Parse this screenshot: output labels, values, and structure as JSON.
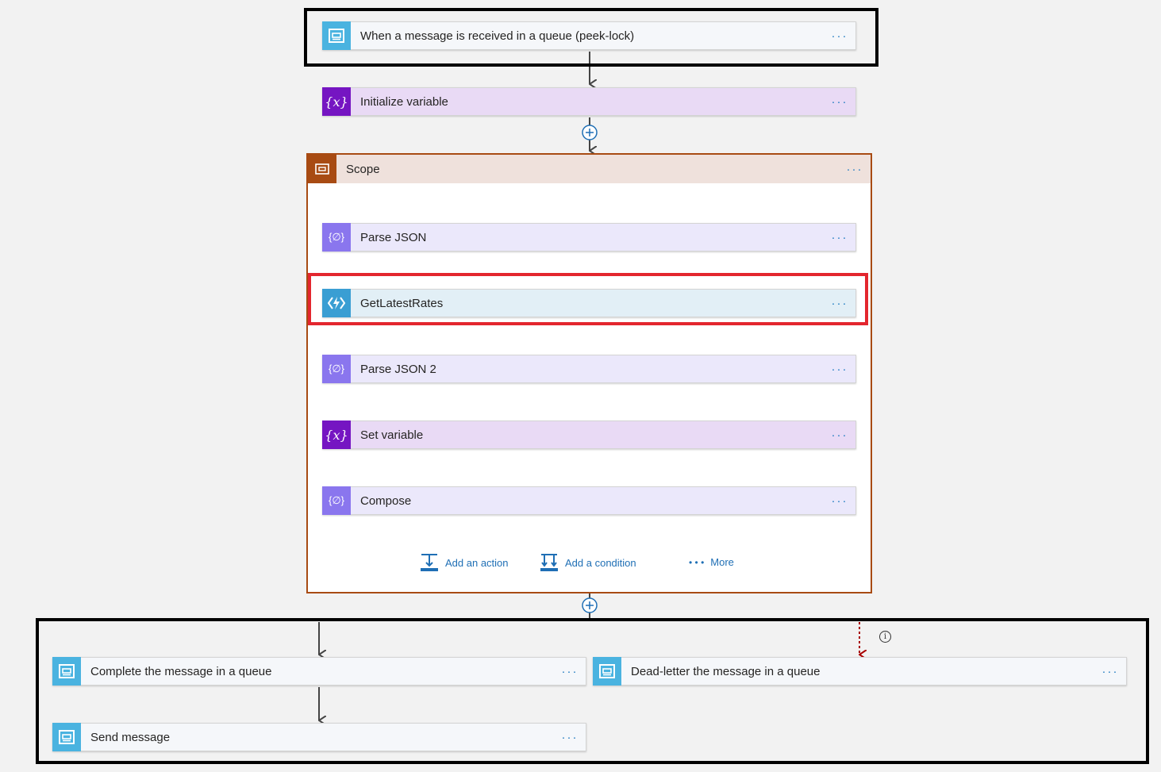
{
  "trigger": {
    "label": "When a message is received in a queue (peek-lock)",
    "more": "···",
    "icon": "service-bus-icon"
  },
  "init_variable": {
    "label": "Initialize variable",
    "more": "···",
    "icon_text": "{x}"
  },
  "scope": {
    "label": "Scope",
    "more": "···",
    "steps": [
      {
        "label": "Parse JSON",
        "more": "···",
        "icon_text": "{∅}"
      },
      {
        "label": "GetLatestRates",
        "more": "···",
        "icon": "azure-function-icon"
      },
      {
        "label": "Parse JSON 2",
        "more": "···",
        "icon_text": "{∅}"
      },
      {
        "label": "Set variable",
        "more": "···",
        "icon_text": "{x}"
      },
      {
        "label": "Compose",
        "more": "···",
        "icon_text": "{∅}"
      }
    ],
    "actions": {
      "add_action": "Add an action",
      "add_condition": "Add a condition",
      "more": "More",
      "more_dots": "• • •"
    }
  },
  "branches": {
    "complete": {
      "label": "Complete the message in a queue",
      "more": "···"
    },
    "send": {
      "label": "Send message",
      "more": "···"
    },
    "dead_letter": {
      "label": "Dead-letter the message in a queue",
      "more": "···"
    }
  },
  "info_glyph": "i",
  "colors": {
    "service_bus": "#4ab3e0",
    "variable": "#7515c2",
    "data_operation": "#8a76ee",
    "function": "#3a9ed3",
    "scope": "#a84b13",
    "highlight_red": "#e3262e",
    "link_blue": "#1f6fb5"
  }
}
